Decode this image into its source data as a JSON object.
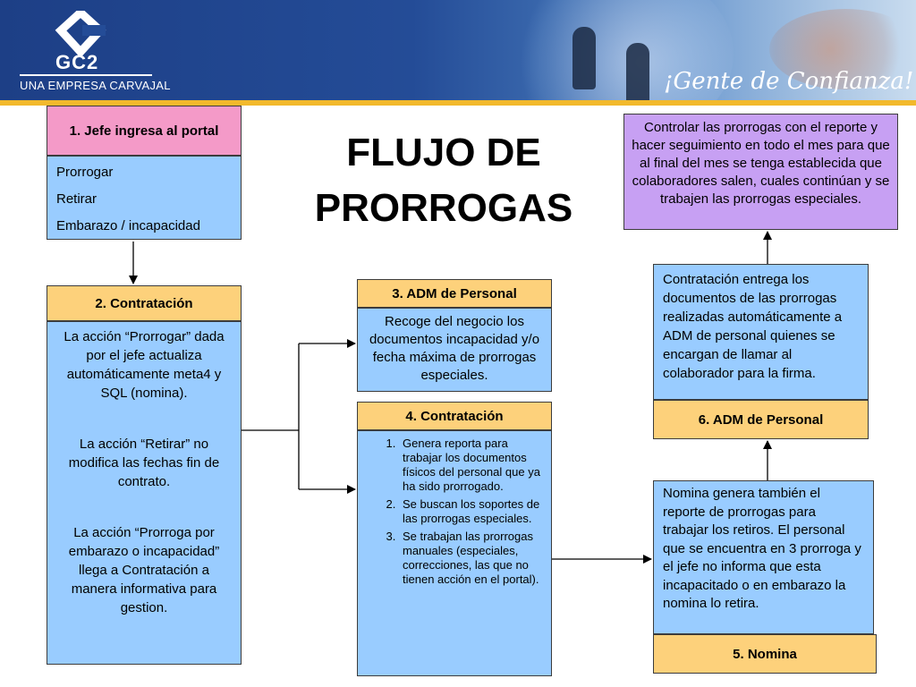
{
  "header": {
    "logo_text": "GC2",
    "logo_subtitle": "UNA EMPRESA CARVAJAL",
    "slogan": "¡Gente de Confianza!"
  },
  "title": [
    "FLUJO DE",
    "PRORROGAS"
  ],
  "box1": {
    "header": "1. Jefe ingresa al portal",
    "items": [
      "Prorrogar",
      "Retirar",
      "Embarazo / incapacidad"
    ]
  },
  "box2": {
    "header": "2. Contratación",
    "paragraphs": [
      "La acción “Prorrogar” dada por el jefe actualiza automáticamente meta4 y SQL (nomina).",
      "La acción “Retirar” no modifica las fechas fin de contrato.",
      "La acción “Prorroga por embarazo o incapacidad” llega a Contratación a manera informativa para gestion."
    ]
  },
  "box3": {
    "header": "3. ADM de Personal",
    "text": "Recoge del negocio los documentos incapacidad y/o fecha máxima de prorrogas especiales."
  },
  "box4": {
    "header": "4. Contratación",
    "items": [
      "Genera reporta para trabajar los documentos físicos del personal que ya ha sido prorrogado.",
      "Se buscan los soportes de las prorrogas especiales.",
      "Se trabajan las prorrogas manuales (especiales, correcciones, las que no tienen acción en el portal)."
    ]
  },
  "box5": {
    "header": "5. Nomina",
    "text": "Nomina genera también el reporte de prorrogas para trabajar los retiros.  El personal que se encuentra en 3 prorroga y el jefe no informa que esta incapacitado o en embarazo la nomina lo retira."
  },
  "box6": {
    "header": "6. ADM de Personal",
    "text": "Contratación entrega los documentos de las prorrogas realizadas automáticamente a ADM de personal quienes se encargan de llamar al colaborador para la firma."
  },
  "box7": {
    "text": "Controlar las prorrogas con el reporte y hacer seguimiento en todo el mes para que al final del mes se tenga establecida que colaboradores salen, cuales continúan y se trabajen las prorrogas especiales."
  },
  "colors": {
    "pink": "#f49ac8",
    "blue": "#99ccff",
    "orange": "#fdd17b",
    "lilac": "#c7a0f3",
    "banner": "#1d3f86"
  }
}
